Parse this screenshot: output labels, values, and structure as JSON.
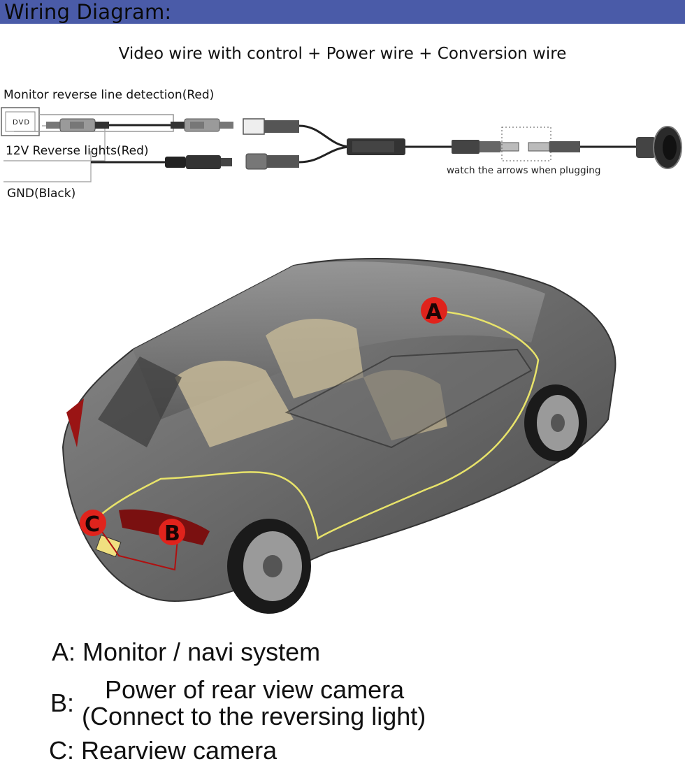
{
  "header": {
    "title": "Wiring Diagram:"
  },
  "subtitle": "Video wire with control + Power wire + Conversion wire",
  "wires": {
    "monitor_reverse": "Monitor reverse line detection(Red)",
    "reverse_lights": "12V Reverse lights(Red)",
    "ground": "GND(Black)",
    "dvd": "DVD",
    "arrows_note": "watch the arrows when plugging"
  },
  "markers": {
    "a": "A",
    "b": "B",
    "c": "C"
  },
  "legend": {
    "a": "A: Monitor / navi system",
    "b_key": "B:",
    "b_line1": "Power of rear view camera",
    "b_line2": "(Connect to the reversing light)",
    "c": "C: Rearview camera"
  },
  "colors": {
    "header_bg": "#4a5ba8",
    "marker_red": "#e0231c",
    "wire_yellow": "#e8e36a"
  }
}
